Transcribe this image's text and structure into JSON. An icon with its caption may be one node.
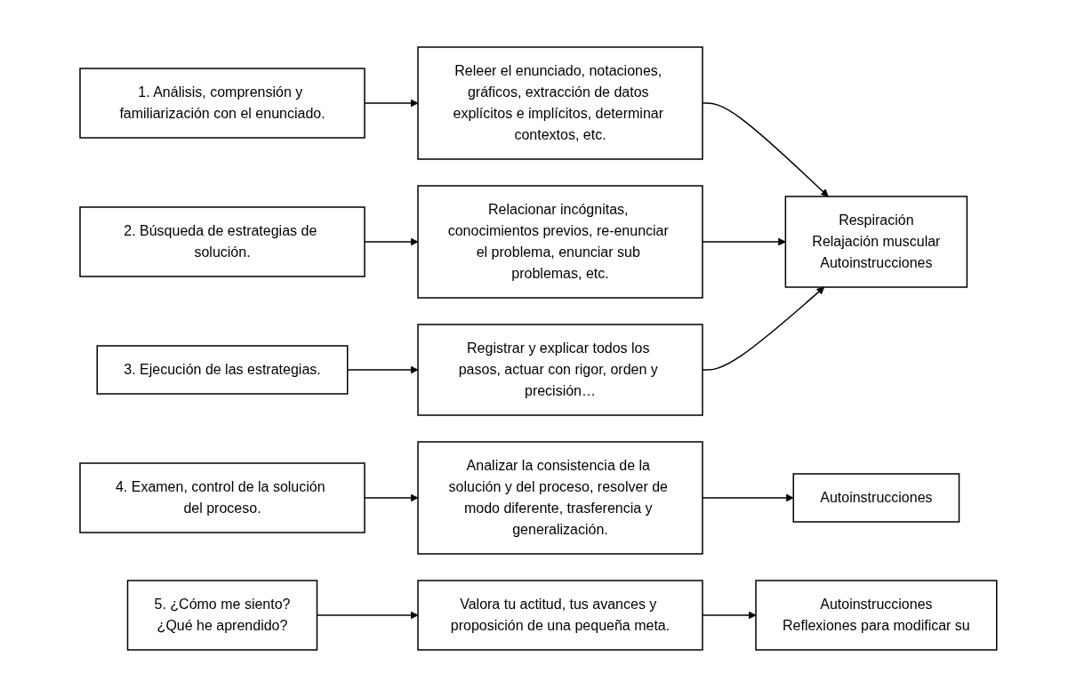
{
  "diagram": {
    "nodes": [
      {
        "text": [
          "1. Análisis, comprensión y familiarización con el enunciado."
        ]
      },
      {
        "text": [
          "Releer el enunciado, notaciones, gráficos, extracción de datos explícitos e implícitos, determinar contextos, etc."
        ]
      },
      {
        "text": [
          "Respiración",
          "Relajación muscular",
          "Autoinstrucciones"
        ]
      },
      {
        "text": [
          "2. Búsqueda de estrategias de solución."
        ]
      },
      {
        "text": [
          "Relacionar incógnitas, conocimientos previos, re-enunciar el problema, enunciar sub problemas, etc."
        ]
      },
      {
        "text": [
          "3. Ejecución de las estrategias."
        ]
      },
      {
        "text": [
          "Registrar y explicar todos los pasos, actuar con rigor, orden y precisión…"
        ]
      },
      {
        "text": [
          "4. Examen, control de la solución del proceso."
        ]
      },
      {
        "text": [
          "Analizar la consistencia de la solución y del proceso, resolver de modo diferente, trasferencia y generalización."
        ]
      },
      {
        "text": [
          "Autoinstrucciones"
        ]
      },
      {
        "text": [
          "5. ¿Cómo me siento?",
          "¿Qué he aprendido?"
        ]
      },
      {
        "text": [
          "Valora tu actitud, tus avances y proposición de una pequeña meta."
        ]
      },
      {
        "text": [
          "Autoinstrucciones",
          "Reflexiones para modificar su"
        ]
      }
    ],
    "edges": [
      {
        "from": 0,
        "to": 1,
        "arrow": "to"
      },
      {
        "from": 1,
        "to": 2,
        "arrow": "to"
      },
      {
        "from": 3,
        "to": 4,
        "arrow": "to"
      },
      {
        "from": 4,
        "to": 2,
        "arrow": "to"
      },
      {
        "from": 5,
        "to": 6,
        "arrow": "to"
      },
      {
        "from": 6,
        "to": 2,
        "arrow": "to"
      },
      {
        "from": 7,
        "to": 8,
        "arrow": "to"
      },
      {
        "from": 8,
        "to": 9,
        "arrow": "to"
      },
      {
        "from": 10,
        "to": 11,
        "arrow": "to"
      },
      {
        "from": 11,
        "to": 12,
        "arrow": "to"
      }
    ]
  }
}
